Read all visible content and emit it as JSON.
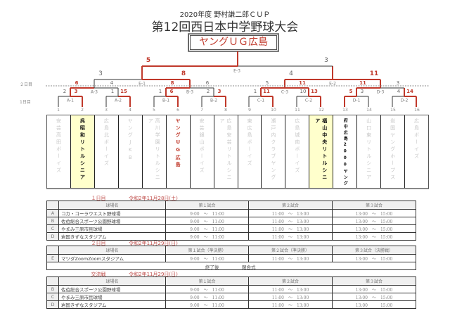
{
  "header": {
    "subtitle": "2020年度 野村謙二郎ＣＵＰ",
    "title": "第12回西日本中学野球大会"
  },
  "bracket": {
    "champion": "ヤングＵＧ広島",
    "day2_label": "２日目",
    "day1_label": "1日目",
    "teams": [
      {
        "no": "1",
        "name": "安芸高田ボーイズ",
        "style": "muted"
      },
      {
        "no": "2",
        "name": "呉昭和リトルシニア",
        "style": "hl"
      },
      {
        "no": "3",
        "name": "広島北ボーイズ",
        "style": "muted"
      },
      {
        "no": "4",
        "name": "ヤングJKB",
        "style": "muted"
      },
      {
        "no": "5",
        "name": "高川学園リトルシニア",
        "style": "muted"
      },
      {
        "no": "6",
        "name": "ヤングUG広島",
        "style": "champ"
      },
      {
        "no": "7",
        "name": "安芸銀山ボーイズ",
        "style": "muted"
      },
      {
        "no": "8",
        "name": "広島安芸リトルシニア",
        "style": "muted"
      },
      {
        "no": "9",
        "name": "東広島ボーイズ",
        "style": "muted"
      },
      {
        "no": "10",
        "name": "瀬戸内クラブヤング",
        "style": "muted"
      },
      {
        "no": "11",
        "name": "広島城南ボーイズ",
        "style": "muted"
      },
      {
        "no": "12",
        "name": "福山中央リトルシニア",
        "style": "hl"
      },
      {
        "no": "13",
        "name": "府中広島2000ヤング",
        "style": "bold"
      },
      {
        "no": "14",
        "name": "山口東リトルシニア",
        "style": "muted"
      },
      {
        "no": "15",
        "name": "岩国ヤングホープス",
        "style": "muted"
      },
      {
        "no": "16",
        "name": "広島ボーイズ",
        "style": "muted"
      }
    ],
    "matches": [
      {
        "id": "A-1",
        "scores": [
          "2",
          "3"
        ],
        "winner": 1
      },
      {
        "id": "A-2",
        "scores": [
          "1",
          "15"
        ],
        "winner": 1
      },
      {
        "id": "B-1",
        "scores": [
          "1",
          "6"
        ],
        "winner": 1
      },
      {
        "id": "B-2",
        "scores": [
          "2",
          "3"
        ],
        "winner": 1
      },
      {
        "id": "C-1",
        "scores": [
          "1",
          "11"
        ],
        "winner": 1
      },
      {
        "id": "C-2",
        "scores": [
          "10",
          "13"
        ],
        "winner": 1
      },
      {
        "id": "D-1",
        "scores": [
          "5",
          "3"
        ],
        "winner": 0
      },
      {
        "id": "D-2",
        "scores": [
          "4",
          "14"
        ],
        "winner": 1
      },
      {
        "id": "A-3",
        "scores": [
          "6",
          "4"
        ],
        "winner": 0
      },
      {
        "id": "B-3",
        "scores": [
          "8",
          "6"
        ],
        "winner": 0
      },
      {
        "id": "C-3",
        "scores": [
          "5",
          "11"
        ],
        "winner": 1
      },
      {
        "id": "D-3",
        "scores": [
          "11",
          "3"
        ],
        "winner": 0
      },
      {
        "id": "E-1",
        "scores": [
          "3",
          "8"
        ],
        "winner": 1
      },
      {
        "id": "E-2",
        "scores": [
          "4",
          "11"
        ],
        "winner": 1
      },
      {
        "id": "E-3",
        "scores": [
          "5",
          "3"
        ],
        "winner": 0
      }
    ]
  },
  "schedule": {
    "day1": {
      "title": "１日目",
      "date": "令和2年11月28日(土)",
      "headers": [
        "",
        "球場名",
        "第１試合",
        "第２試合",
        "第３試合"
      ],
      "rows": [
        {
          "key": "A",
          "venue": "コカ・コーラウエスト野球場",
          "g1": "9:00　～　11:00",
          "g2": "11:00　～　13:00",
          "g3": "13:00　～　15:00"
        },
        {
          "key": "B",
          "venue": "佐伯総合スポーツ公園野球場",
          "g1": "9:00　～　11:00",
          "g2": "11:00　～　13:00",
          "g3": "13:00　～　15:00"
        },
        {
          "key": "C",
          "venue": "やまみ三原市民球場",
          "g1": "9:00　～　11:00",
          "g2": "11:00　～　13:00",
          "g3": "13:00　～　15:00"
        },
        {
          "key": "D",
          "venue": "岩国きずなスタジアム",
          "g1": "9:00　～　11:00",
          "g2": "11:00　～　13:00",
          "g3": "13:00　～　15:00"
        }
      ]
    },
    "day2": {
      "title": "２日目",
      "date": "令和2年11月29日(日)",
      "headers": [
        "",
        "球場名",
        "第１試合（準決勝）",
        "第２試合（準決勝）",
        "第３試合（決勝戦）"
      ],
      "rows": [
        {
          "key": "E",
          "venue": "マツダZoomZoomスタジアム",
          "g1": "9:00　～　11:00",
          "g2": "11:00　～　13:00",
          "g3": "13:00　～　15:00"
        }
      ],
      "after": "終了後",
      "closing": "閉会式"
    },
    "exchange": {
      "title": "交流戦",
      "date": "令和2年11月29日(日)",
      "headers": [
        "",
        "球場名",
        "第１試合",
        "第２試合",
        "第３試合"
      ],
      "rows": [
        {
          "key": "B",
          "venue": "佐伯総合スポーツ公園野球場",
          "g1": "9:00　～　11:00",
          "g2": "11:00　～　13:00",
          "g3": "13:00　～　15:00"
        },
        {
          "key": "C",
          "venue": "やまみ三原市民球場",
          "g1": "9:00　～　11:00",
          "g2": "11:00　～　13:00",
          "g3": "13:00　～　15:00"
        },
        {
          "key": "D",
          "venue": "岩国きずなスタジアム",
          "g1": "9:00　～　11:00",
          "g2": "11:00　～　13:00",
          "g3": "13:00　　　15:00"
        }
      ]
    }
  },
  "colors": {
    "red": "#c0392b",
    "line": "#333333",
    "highlight": "#ffffcc"
  }
}
